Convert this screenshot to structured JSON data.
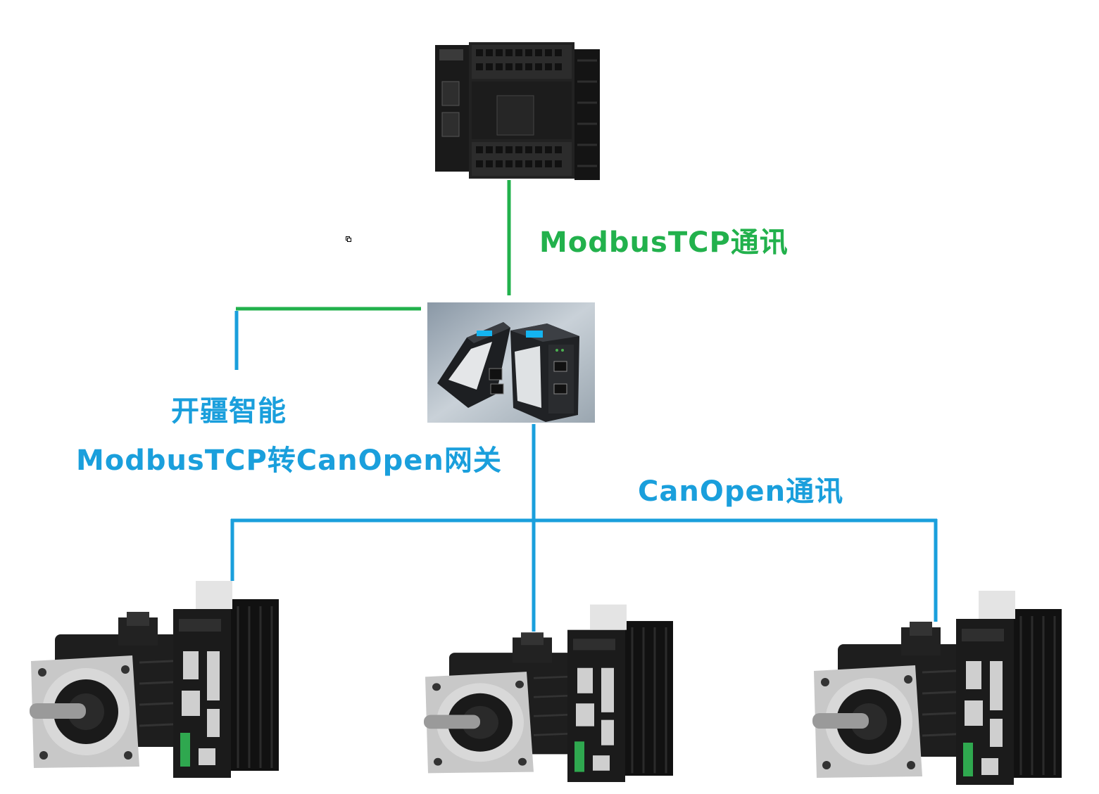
{
  "labels": {
    "modbus_link": "ModbusTCP通讯",
    "gateway_title": "开疆智能",
    "gateway_subtitle": "ModbusTCP转CanOpen网关",
    "canopen_link": "CanOpen通讯"
  },
  "colors": {
    "modbus_green": "#22b14c",
    "canopen_blue": "#1a9fdc",
    "device_dark": "#1c1c1c"
  },
  "icons": [
    "plc-controller-icon",
    "gateway-module-icon",
    "servo-drive-motor-icon"
  ]
}
